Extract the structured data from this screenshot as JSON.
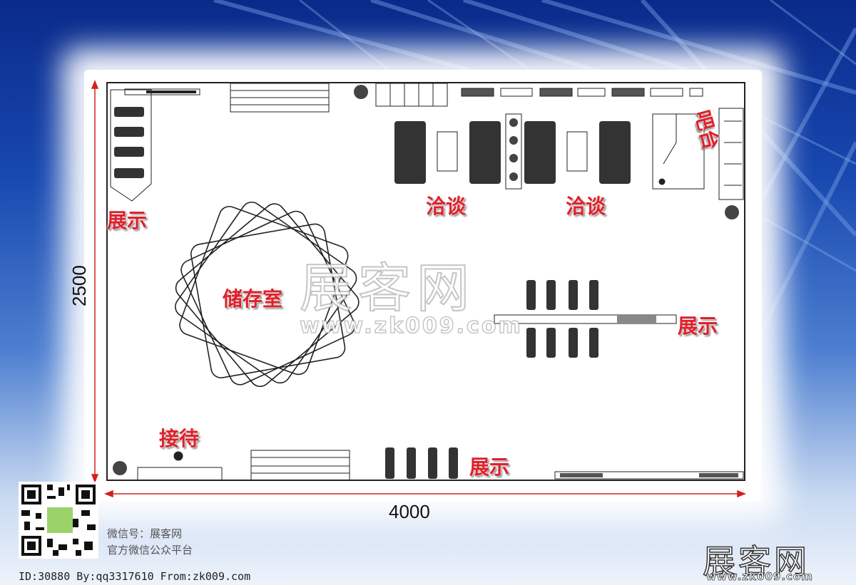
{
  "labels": {
    "display_left": "展示",
    "negotiate_1": "洽谈",
    "negotiate_2": "洽谈",
    "reception_desk": "吧台",
    "storage": "储存室",
    "display_right": "展示",
    "reception": "接待",
    "display_bottom": "展示"
  },
  "dimensions": {
    "height": "2500",
    "width": "4000"
  },
  "watermark": {
    "logo": "展客网",
    "url": "www.zk009.com"
  },
  "wechat": {
    "account": "微信号：展客网",
    "platform": "官方微信公众平台"
  },
  "footer": {
    "id_line": "ID:30880 By:qq3317610 From:zk009.com"
  },
  "brand": {
    "logo": "展客网",
    "url": "www.zk009.com"
  },
  "colors": {
    "label_red": "#e0202a",
    "dimension_red": "#d42020",
    "background_blue": "#1748b0"
  }
}
